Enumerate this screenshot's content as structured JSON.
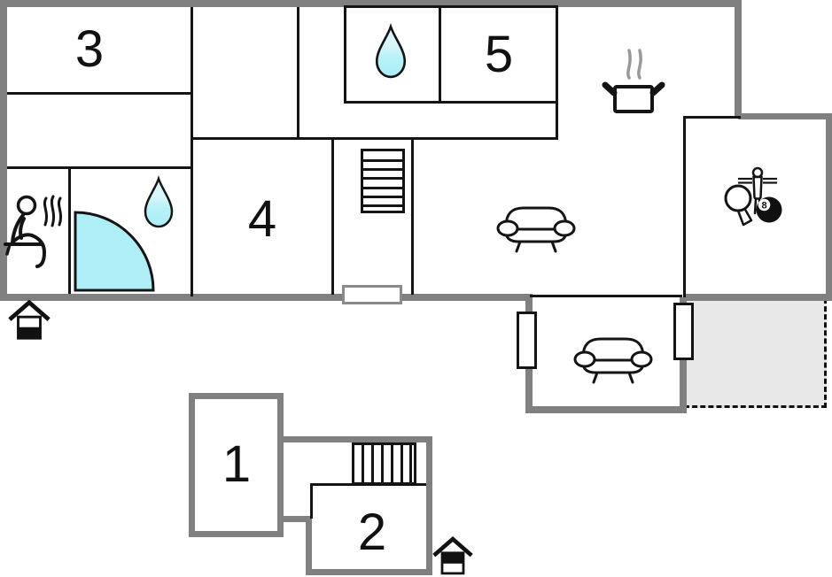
{
  "page": {
    "background": "#ffffff",
    "type": "vacation-home-floor-plan"
  },
  "colors": {
    "outer_wall": "#808080",
    "inner_wall": "#141414",
    "water_fill": "#aeeef7",
    "water_light": "#d9f7fb",
    "terrace_fill": "#e8e8e8",
    "steam_gray": "#999999"
  },
  "rooms": {
    "r1": {
      "label": "1"
    },
    "r2": {
      "label": "2"
    },
    "r3": {
      "label": "3"
    },
    "r4": {
      "label": "4"
    },
    "r5": {
      "label": "5"
    }
  },
  "icons": {
    "eight_ball_label": "8",
    "names": [
      "water-drop-icon",
      "shower-door-icon",
      "sauna-person-icon",
      "steam-icon",
      "cooking-pot-icon",
      "sofa-icon",
      "foosball-player-icon",
      "table-tennis-paddle-icon",
      "billiard-eight-ball-icon",
      "upper-stairs-icon",
      "lower-stairs-icon",
      "house-marker-ground",
      "house-marker-upper",
      "window-marker",
      "door-marker",
      "terrace-area"
    ]
  }
}
